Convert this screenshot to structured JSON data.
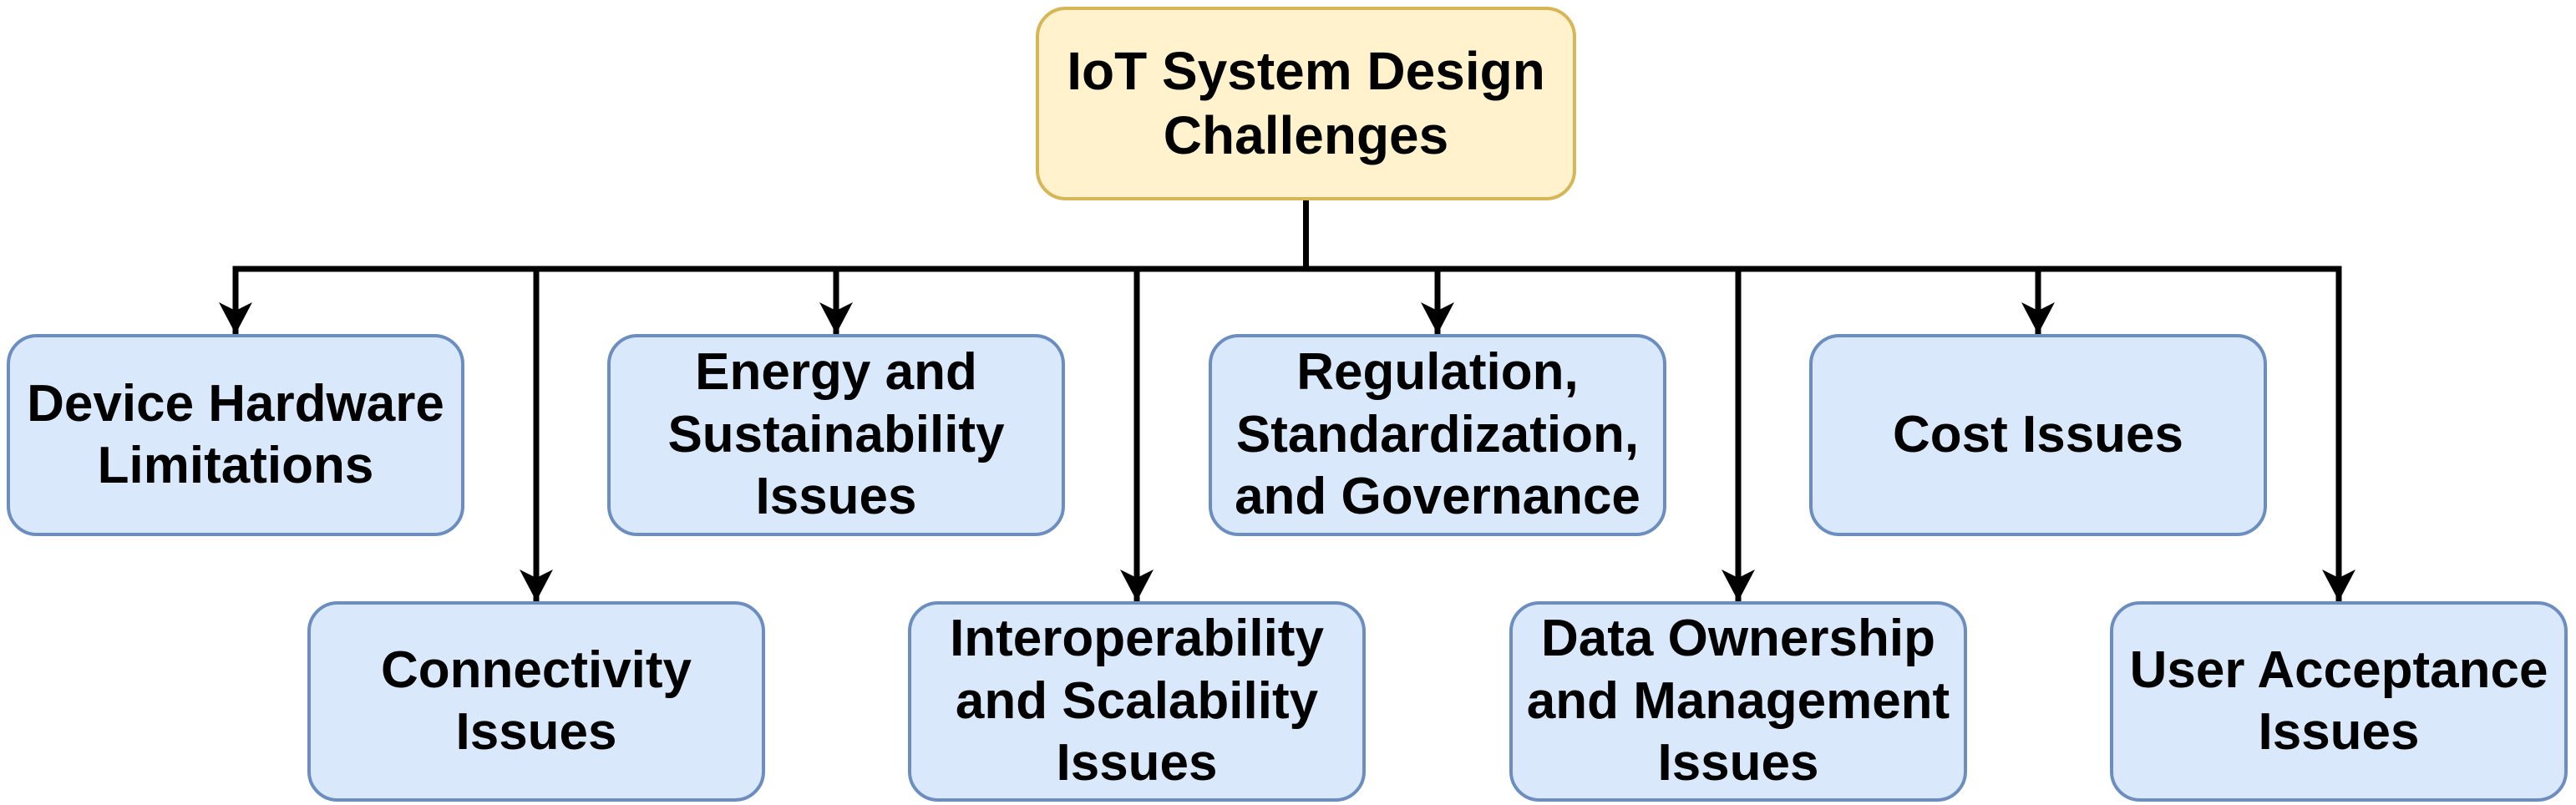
{
  "diagram": {
    "title": "IoT System Design Challenges",
    "type": "tree-flowchart",
    "root": {
      "label": "IoT System Design\nChallenges"
    },
    "children": [
      {
        "label": "Device Hardware\nLimitations",
        "row": 1,
        "column": 1
      },
      {
        "label": "Connectivity\nIssues",
        "row": 2,
        "column": 2
      },
      {
        "label": "Energy and\nSustainability\nIssues",
        "row": 1,
        "column": 3
      },
      {
        "label": "Interoperability\nand Scalability\nIssues",
        "row": 2,
        "column": 4
      },
      {
        "label": "Regulation,\nStandardization,\nand Governance",
        "row": 1,
        "column": 5
      },
      {
        "label": "Data Ownership\nand Management\nIssues",
        "row": 2,
        "column": 6
      },
      {
        "label": "Cost Issues",
        "row": 1,
        "column": 7
      },
      {
        "label": "User Acceptance\nIssues",
        "row": 2,
        "column": 8
      }
    ],
    "colors": {
      "root_fill": "#FFF2CC",
      "root_border": "#D6B656",
      "child_fill": "#DAE8FC",
      "child_border": "#6C8EBF",
      "connector": "#000000",
      "text": "#000000",
      "background": "#FFFFFF"
    }
  }
}
